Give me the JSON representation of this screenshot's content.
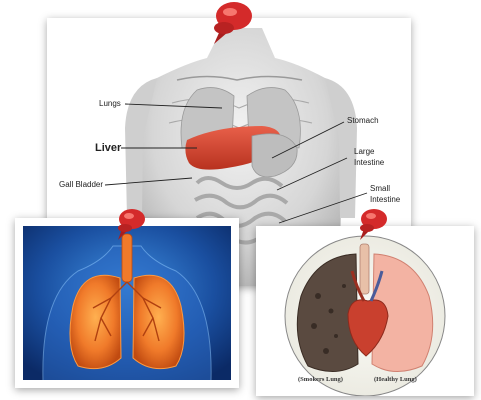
{
  "anatomy": {
    "labels": {
      "lungs": "Lungs",
      "liver": "Liver",
      "gall_bladder": "Gall Bladder",
      "stomach": "Stomach",
      "large_intestine_1": "Large",
      "large_intestine_2": "Intestine",
      "small_intestine_1": "Small",
      "small_intestine_2": "Intestine"
    }
  },
  "lung_comparison": {
    "smokers": "(Smokers Lung)",
    "healthy": "(Healthy Lung)"
  },
  "colors": {
    "pin_red": "#d42a2a",
    "liver": "#d84a3a",
    "lung_orange": "#f07a2a",
    "lung_bg_blue": "#1a4fa0"
  }
}
